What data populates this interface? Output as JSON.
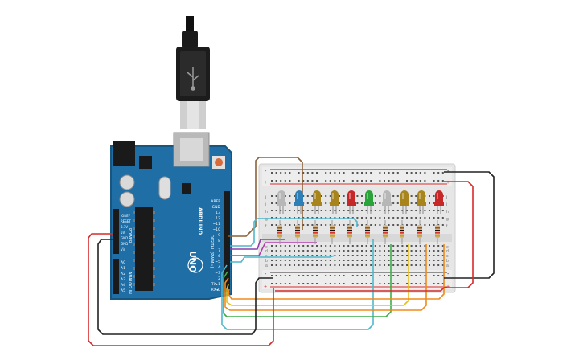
{
  "arduino": {
    "brand_text": "ARDUINO",
    "model_text": "UNO",
    "digital_label": "DIGITAL (PWM~)",
    "power_label": "POWER",
    "analog_label": "ANALOG IN",
    "header_top_labels": [
      "AREF",
      "GND",
      "13",
      "12",
      "~11",
      "~10",
      "~9",
      "8",
      "7",
      "~6",
      "~5",
      "4",
      "~3",
      "2",
      "TX▸1",
      "RX◂0"
    ],
    "power_pin_labels": [
      "IOREF",
      "RESET",
      "3.3V",
      "5V",
      "GND",
      "GND",
      "Vin"
    ],
    "analog_pin_labels": [
      "A0",
      "A1",
      "A2",
      "A3",
      "A4",
      "A5"
    ],
    "board_color": "#1f6ea6",
    "board_edge_color": "#17577f"
  },
  "breadboard": {
    "rail_plus": "+",
    "rail_minus": "-",
    "row_letters_top": [
      "j",
      "i",
      "h",
      "g",
      "f"
    ],
    "row_letters_bottom": [
      "e",
      "d",
      "c",
      "b",
      "a"
    ]
  },
  "leds": {
    "colors": [
      "#b7b7b7",
      "#2e7fb8",
      "#a8841c",
      "#a8841c",
      "#c62828",
      "#2aa33a",
      "#b7b7b7",
      "#a8841c",
      "#a8841c",
      "#c62828"
    ]
  },
  "wire_colors": {
    "brown": "#8c6239",
    "teal": "#4fb7cc",
    "purple": "#8e3fa8",
    "magenta": "#b03dae",
    "green": "#3fae49",
    "yellow": "#e6c020",
    "orange": "#f08a1c",
    "red": "#d62b2b",
    "black": "#222222"
  }
}
